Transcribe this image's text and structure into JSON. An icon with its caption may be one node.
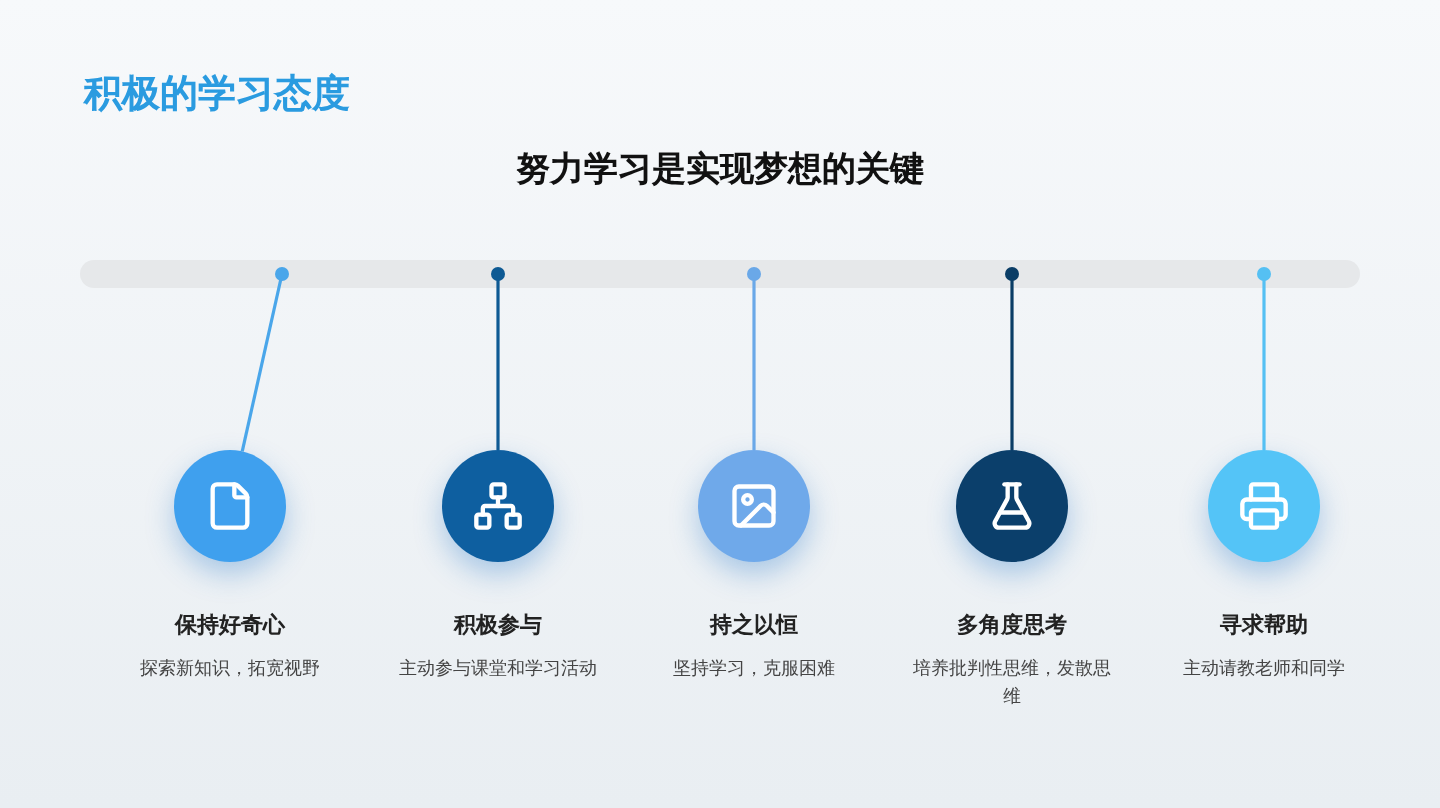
{
  "diagram": {
    "title": "积极的学习态度",
    "nodes": [
      {
        "text": [],
        "shape": "bar"
      },
      {
        "text": [
          "保持好奇心",
          "探索新知识，拓宽视野"
        ]
      },
      {
        "text": [
          "积极参与",
          "主动参与课堂和学习活动"
        ]
      },
      {
        "text": [
          "持之以恒",
          "坚持学习，克服困难"
        ]
      },
      {
        "text": [
          "多角度思考",
          "培养批判性思维，发散思维"
        ]
      },
      {
        "text": [
          "寻求帮助",
          "主动请教老师和同学"
        ]
      }
    ],
    "edges": [
      {
        "from": 0,
        "to": 1,
        "arrow": "other",
        "color": "#4aa6ea"
      },
      {
        "from": 0,
        "to": 2,
        "arrow": "other",
        "color": "#0e5a94"
      },
      {
        "from": 0,
        "to": 3,
        "arrow": "other",
        "color": "#6aa8e8"
      },
      {
        "from": 0,
        "to": 4,
        "arrow": "other",
        "color": "#0a3d66"
      },
      {
        "from": 0,
        "to": 5,
        "arrow": "other",
        "color": "#55c0f3"
      }
    ],
    "labels": [
      "努力学习是实现梦想的关键"
    ]
  }
}
